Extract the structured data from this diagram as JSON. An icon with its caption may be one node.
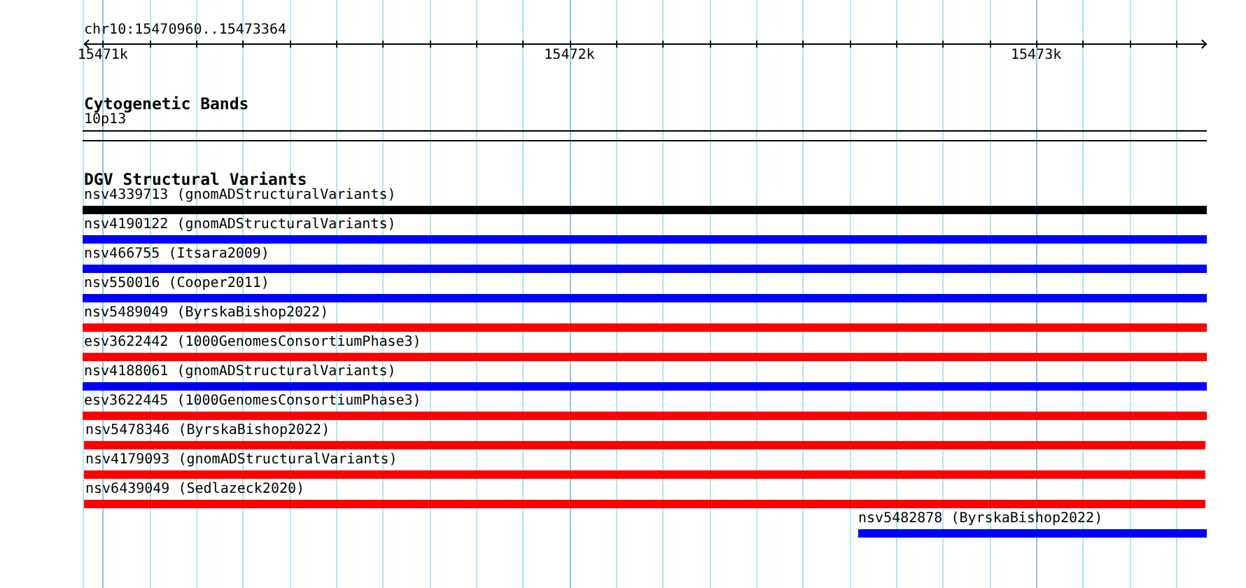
{
  "diagram": {
    "title": "chr10:15470960..15473364",
    "nodes": [
      {
        "text": [
          "10p13"
        ]
      },
      {
        "text": [
          "nsv4339713 (gnomADStructuralVariants)"
        ]
      },
      {
        "text": [
          "nsv4190122 (gnomADStructuralVariants)"
        ]
      },
      {
        "text": [
          "nsv466755 (Itsara2009)"
        ]
      },
      {
        "text": [
          "nsv550016 (Cooper2011)"
        ]
      },
      {
        "text": [
          "nsv5489049 (ByrskaBishop2022)"
        ]
      },
      {
        "text": [
          "esv3622442 (1000GenomesConsortiumPhase3)"
        ]
      },
      {
        "text": [
          "nsv4188061 (gnomADStructuralVariants)"
        ]
      },
      {
        "text": [
          "esv3622445 (1000GenomesConsortiumPhase3)"
        ]
      },
      {
        "text": [
          "nsv5478346 (ByrskaBishop2022)"
        ]
      },
      {
        "text": [
          "nsv4179093 (gnomADStructuralVariants)"
        ]
      },
      {
        "text": [
          "nsv6439049 (Sedlazeck2020)"
        ]
      },
      {
        "text": [
          "nsv5482878 (ByrskaBishop2022)"
        ]
      }
    ],
    "labels": [
      "15471k",
      "15472k",
      "15473k",
      "Cytogenetic Bands",
      "DGV Structural Variants"
    ]
  }
}
